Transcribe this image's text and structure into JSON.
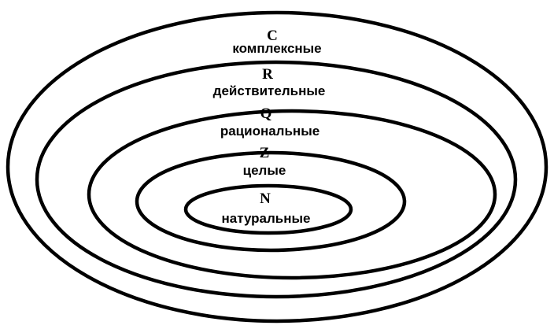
{
  "diagram": {
    "sets": [
      {
        "symbol": "C",
        "name": "комплексные"
      },
      {
        "symbol": "R",
        "name": "действительные"
      },
      {
        "symbol": "Q",
        "name": "рациональные"
      },
      {
        "symbol": "Z",
        "name": "целые"
      },
      {
        "symbol": "N",
        "name": "натуральные"
      }
    ]
  }
}
